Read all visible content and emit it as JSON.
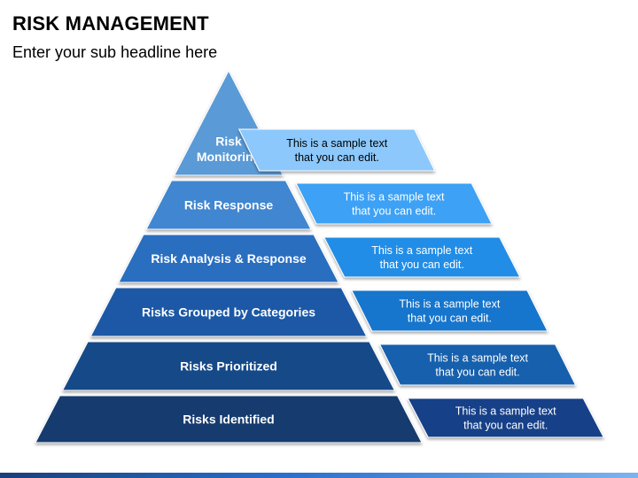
{
  "header": {
    "title": "RISK MANAGEMENT",
    "subtitle": "Enter your sub headline here"
  },
  "pyramid": {
    "levels": [
      {
        "label_lines": [
          "Risk",
          "Monitoring"
        ],
        "note_lines": [
          "This is a sample text",
          "that you can edit."
        ]
      },
      {
        "label_lines": [
          "Risk Response"
        ],
        "note_lines": [
          "This is a sample text",
          "that you can edit."
        ]
      },
      {
        "label_lines": [
          "Risk Analysis & Response"
        ],
        "note_lines": [
          "This is a sample text",
          "that you can edit."
        ]
      },
      {
        "label_lines": [
          "Risks Grouped by Categories"
        ],
        "note_lines": [
          "This is a sample text",
          "that you can edit."
        ]
      },
      {
        "label_lines": [
          "Risks Prioritized"
        ],
        "note_lines": [
          "This is a sample text",
          "that you can edit."
        ]
      },
      {
        "label_lines": [
          "Risks Identified"
        ],
        "note_lines": [
          "This is a sample text",
          "that you can edit."
        ]
      }
    ]
  },
  "colors": {
    "level_fills": [
      "#5a9ad6",
      "#3f86d0",
      "#2c6ec0",
      "#1f58a6",
      "#184888",
      "#123a6e"
    ],
    "note_fills": [
      "#8cc8fb",
      "#3ea1f5",
      "#218de6",
      "#1374cc",
      "#1460ad",
      "#123f88"
    ],
    "note_text": [
      "#000000",
      "#ffffff",
      "#ffffff",
      "#ffffff",
      "#ffffff",
      "#ffffff"
    ]
  }
}
